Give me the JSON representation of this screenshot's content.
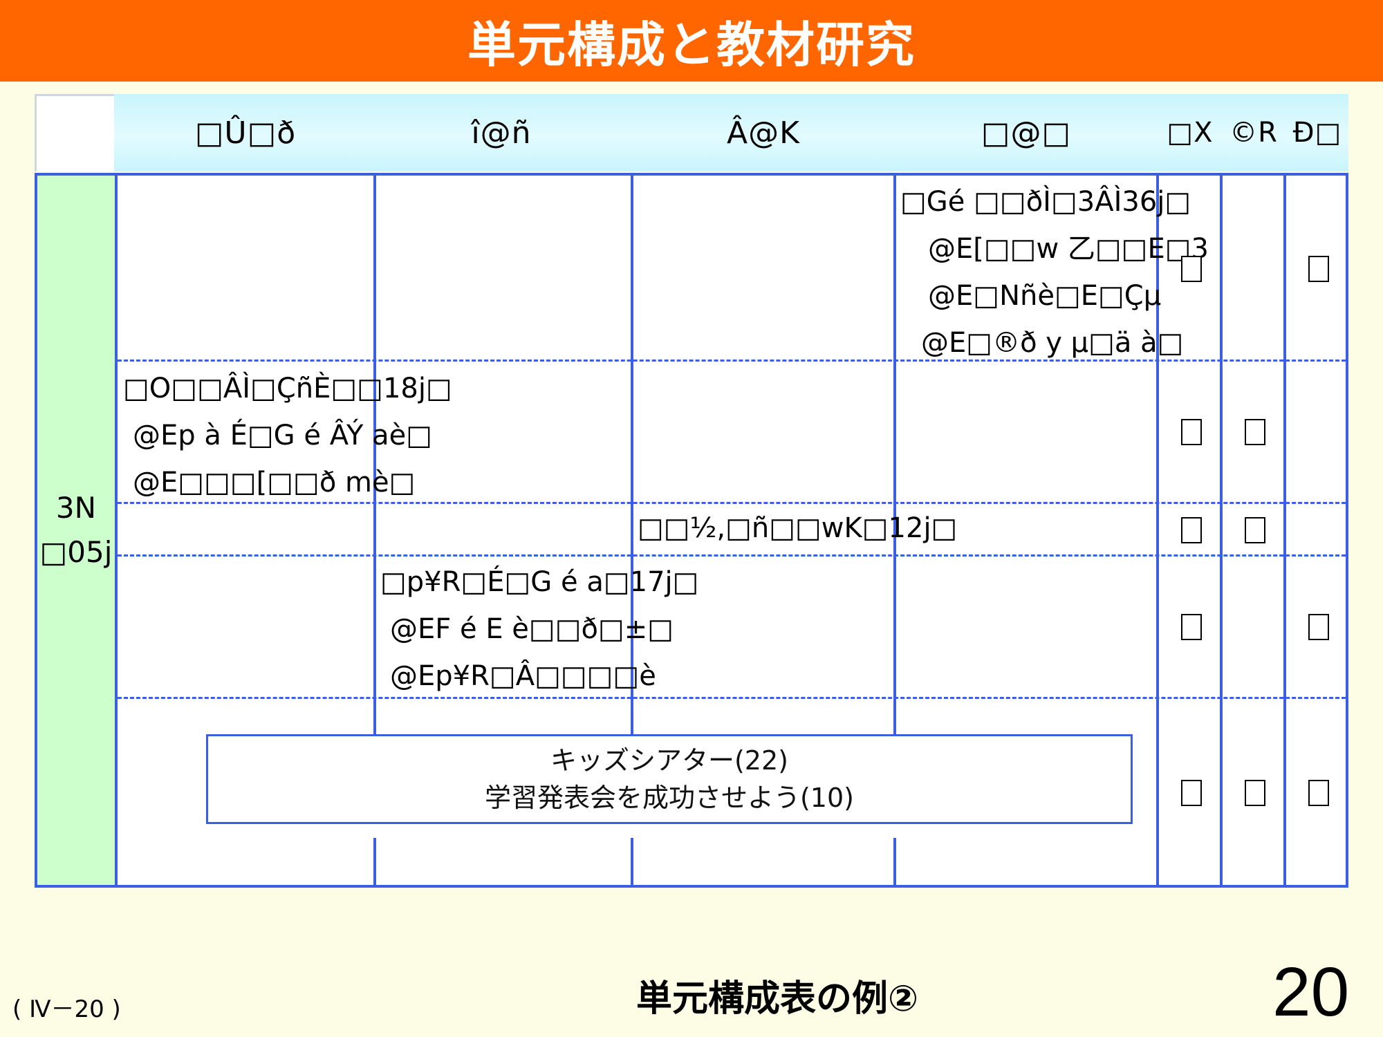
{
  "banner": {
    "title": "単元構成と教材研究"
  },
  "table": {
    "headers": [
      "□Û□ð",
      "î@ñ",
      "Â@K",
      "□@□",
      "□X",
      "©R",
      "Ð□"
    ],
    "grade": {
      "line1": "3N",
      "line2": "□05j"
    },
    "rows": [
      {
        "col": 3,
        "lines": [
          "□Gé □□ðÌ□3ÂÌ36j□",
          "@E[□□w 乙□□E□3",
          "@E□Nñè□E□Çµ",
          "@E□®ð y µ□ä à□"
        ]
      },
      {
        "col": 0,
        "lines": [
          "□O□□ÂÌ□ÇñÈ□□18j□",
          "@Ep à É□G é ÂÝ aè□",
          "@E□□□[□□ð mè□"
        ]
      },
      {
        "col": 2,
        "lines": [
          "□□½,□ñ□□wK□12j□"
        ]
      },
      {
        "col": 1,
        "lines": [
          "□p¥R□É□G é a□17j□",
          "@EF é E è□□ð□±□",
          "@Ep¥R□Â□□□□è"
        ]
      }
    ],
    "theater": {
      "line1": "キッズシアター(22)",
      "line2": "学習発表会を成功させよう(10)"
    }
  },
  "footer": {
    "label": "( Ⅳ－20 )",
    "title": "単元構成表の例②",
    "page": "20"
  }
}
